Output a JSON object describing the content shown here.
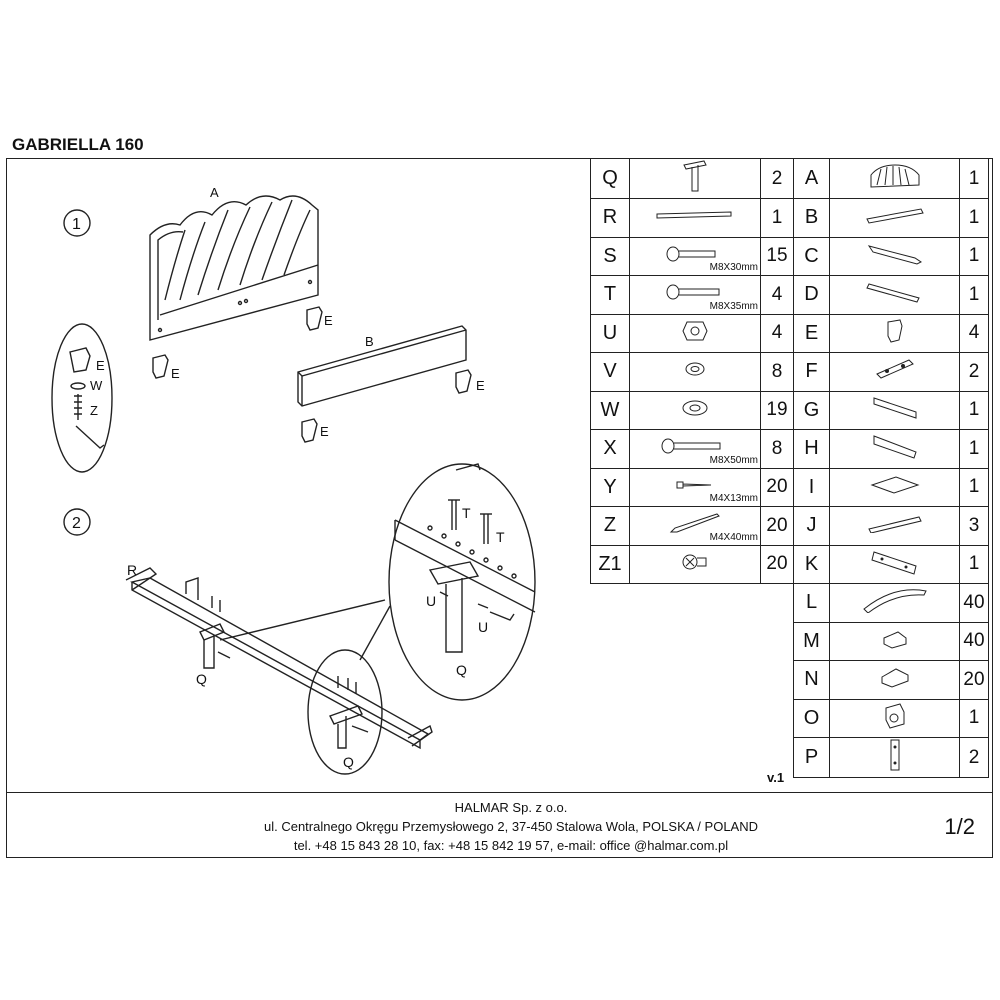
{
  "document": {
    "title": "GABRIELLA 160",
    "version": "v.1",
    "page": "1/2"
  },
  "steps": {
    "step1": "1",
    "step2": "2"
  },
  "diagram_labels": {
    "A": "A",
    "B": "B",
    "E": "E",
    "W": "W",
    "Z": "Z",
    "R": "R",
    "Q": "Q",
    "T": "T",
    "U": "U"
  },
  "parts_left": [
    {
      "letter": "Q",
      "qty": "2",
      "size": ""
    },
    {
      "letter": "R",
      "qty": "1",
      "size": ""
    },
    {
      "letter": "S",
      "qty": "15",
      "size": "M8X30mm"
    },
    {
      "letter": "T",
      "qty": "4",
      "size": "M8X35mm"
    },
    {
      "letter": "U",
      "qty": "4",
      "size": ""
    },
    {
      "letter": "V",
      "qty": "8",
      "size": ""
    },
    {
      "letter": "W",
      "qty": "19",
      "size": ""
    },
    {
      "letter": "X",
      "qty": "8",
      "size": "M8X50mm"
    },
    {
      "letter": "Y",
      "qty": "20",
      "size": "M4X13mm"
    },
    {
      "letter": "Z",
      "qty": "20",
      "size": "M4X40mm"
    },
    {
      "letter": "Z1",
      "qty": "20",
      "size": ""
    }
  ],
  "parts_right": [
    {
      "letter": "A",
      "qty": "1"
    },
    {
      "letter": "B",
      "qty": "1"
    },
    {
      "letter": "C",
      "qty": "1"
    },
    {
      "letter": "D",
      "qty": "1"
    },
    {
      "letter": "E",
      "qty": "4"
    },
    {
      "letter": "F",
      "qty": "2"
    },
    {
      "letter": "G",
      "qty": "1"
    },
    {
      "letter": "H",
      "qty": "1"
    },
    {
      "letter": "I",
      "qty": "1"
    },
    {
      "letter": "J",
      "qty": "3"
    },
    {
      "letter": "K",
      "qty": "1"
    },
    {
      "letter": "L",
      "qty": "40"
    },
    {
      "letter": "M",
      "qty": "40"
    },
    {
      "letter": "N",
      "qty": "20"
    },
    {
      "letter": "O",
      "qty": "1"
    },
    {
      "letter": "P",
      "qty": "2"
    }
  ],
  "footer": {
    "company": "HALMAR Sp. z o.o.",
    "address": "ul. Centralnego Okręgu Przemysłowego 2, 37-450 Stalowa Wola, POLSKA / POLAND",
    "contact": "tel. +48 15 843 28 10, fax: +48 15 842 19 57, e-mail: office @halmar.com.pl"
  }
}
